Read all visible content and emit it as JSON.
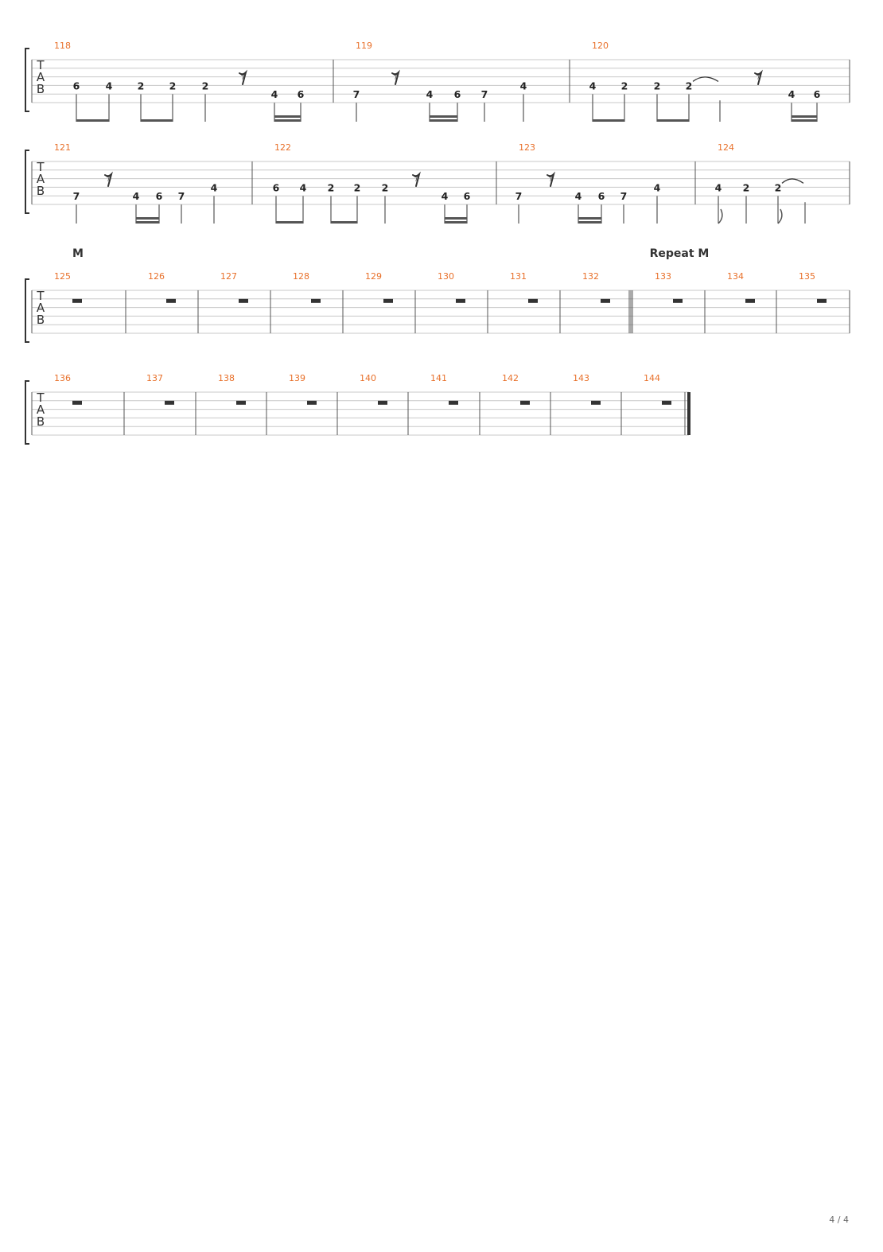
{
  "colors": {
    "measure_number": "#e8702a",
    "staff_line": "#c8c8c8",
    "ink": "#333333",
    "fret": "#222222",
    "section": "#333333"
  },
  "tab_clef_letters": [
    "T",
    "A",
    "B"
  ],
  "systems": [
    {
      "measures": [
        {
          "number": "118",
          "events": [
            {
              "kind": "note",
              "string": 4,
              "fret": "6",
              "beam": "8"
            },
            {
              "kind": "note",
              "string": 4,
              "fret": "4",
              "beam": "8"
            },
            {
              "kind": "note",
              "string": 4,
              "fret": "2",
              "beam": "8"
            },
            {
              "kind": "note",
              "string": 4,
              "fret": "2",
              "beam": "8"
            },
            {
              "kind": "note",
              "string": 4,
              "fret": "2"
            },
            {
              "kind": "rest8"
            },
            {
              "kind": "note",
              "string": 5,
              "fret": "4",
              "beam": "16"
            },
            {
              "kind": "note",
              "string": 5,
              "fret": "6",
              "beam": "16"
            }
          ]
        },
        {
          "number": "119",
          "events": [
            {
              "kind": "note",
              "string": 5,
              "fret": "7"
            },
            {
              "kind": "rest8"
            },
            {
              "kind": "note",
              "string": 5,
              "fret": "4",
              "beam": "16"
            },
            {
              "kind": "note",
              "string": 5,
              "fret": "6",
              "beam": "16"
            },
            {
              "kind": "note",
              "string": 5,
              "fret": "7"
            },
            {
              "kind": "note",
              "string": 4,
              "fret": "4"
            }
          ]
        },
        {
          "number": "120",
          "events": [
            {
              "kind": "note",
              "string": 4,
              "fret": "4",
              "beam": "8"
            },
            {
              "kind": "note",
              "string": 4,
              "fret": "2",
              "beam": "8"
            },
            {
              "kind": "note",
              "string": 4,
              "fret": "2",
              "beam": "8"
            },
            {
              "kind": "note",
              "string": 4,
              "fret": "2",
              "beam": "8",
              "tie": true
            },
            {
              "kind": "stem"
            },
            {
              "kind": "rest8"
            },
            {
              "kind": "note",
              "string": 5,
              "fret": "4",
              "beam": "16"
            },
            {
              "kind": "note",
              "string": 5,
              "fret": "6",
              "beam": "16"
            }
          ]
        }
      ]
    },
    {
      "measures": [
        {
          "number": "121",
          "events": [
            {
              "kind": "note",
              "string": 5,
              "fret": "7"
            },
            {
              "kind": "rest8"
            },
            {
              "kind": "note",
              "string": 5,
              "fret": "4",
              "beam": "16"
            },
            {
              "kind": "note",
              "string": 5,
              "fret": "6",
              "beam": "16"
            },
            {
              "kind": "note",
              "string": 5,
              "fret": "7"
            },
            {
              "kind": "note",
              "string": 4,
              "fret": "4"
            }
          ]
        },
        {
          "number": "122",
          "events": [
            {
              "kind": "note",
              "string": 4,
              "fret": "6",
              "beam": "8"
            },
            {
              "kind": "note",
              "string": 4,
              "fret": "4",
              "beam": "8"
            },
            {
              "kind": "note",
              "string": 4,
              "fret": "2",
              "beam": "8"
            },
            {
              "kind": "note",
              "string": 4,
              "fret": "2",
              "beam": "8"
            },
            {
              "kind": "note",
              "string": 4,
              "fret": "2"
            },
            {
              "kind": "rest8"
            },
            {
              "kind": "note",
              "string": 5,
              "fret": "4",
              "beam": "16"
            },
            {
              "kind": "note",
              "string": 5,
              "fret": "6",
              "beam": "16"
            }
          ]
        },
        {
          "number": "123",
          "events": [
            {
              "kind": "note",
              "string": 5,
              "fret": "7"
            },
            {
              "kind": "rest8"
            },
            {
              "kind": "note",
              "string": 5,
              "fret": "4",
              "beam": "16"
            },
            {
              "kind": "note",
              "string": 5,
              "fret": "6",
              "beam": "16"
            },
            {
              "kind": "note",
              "string": 5,
              "fret": "7"
            },
            {
              "kind": "note",
              "string": 4,
              "fret": "4"
            }
          ]
        },
        {
          "number": "124",
          "events": [
            {
              "kind": "note",
              "string": 4,
              "fret": "4",
              "flag": true
            },
            {
              "kind": "note",
              "string": 4,
              "fret": "2"
            },
            {
              "kind": "note",
              "string": 4,
              "fret": "2",
              "flag": true,
              "tie": true
            },
            {
              "kind": "stem"
            }
          ]
        }
      ]
    },
    {
      "section": "M",
      "section2": "Repeat M",
      "measures": [
        {
          "number": "125",
          "rest": true
        },
        {
          "number": "126",
          "rest": true
        },
        {
          "number": "127",
          "rest": true
        },
        {
          "number": "128",
          "rest": true
        },
        {
          "number": "129",
          "rest": true
        },
        {
          "number": "130",
          "rest": true
        },
        {
          "number": "131",
          "rest": true
        },
        {
          "number": "132",
          "rest": true
        },
        {
          "number": "133",
          "rest": true
        },
        {
          "number": "134",
          "rest": true
        },
        {
          "number": "135",
          "rest": true
        }
      ]
    },
    {
      "measures": [
        {
          "number": "136",
          "rest": true
        },
        {
          "number": "137",
          "rest": true
        },
        {
          "number": "138",
          "rest": true
        },
        {
          "number": "139",
          "rest": true
        },
        {
          "number": "140",
          "rest": true
        },
        {
          "number": "141",
          "rest": true
        },
        {
          "number": "142",
          "rest": true
        },
        {
          "number": "143",
          "rest": true
        },
        {
          "number": "144",
          "rest": true
        }
      ]
    }
  ],
  "footer": {
    "page": "4 / 4"
  }
}
